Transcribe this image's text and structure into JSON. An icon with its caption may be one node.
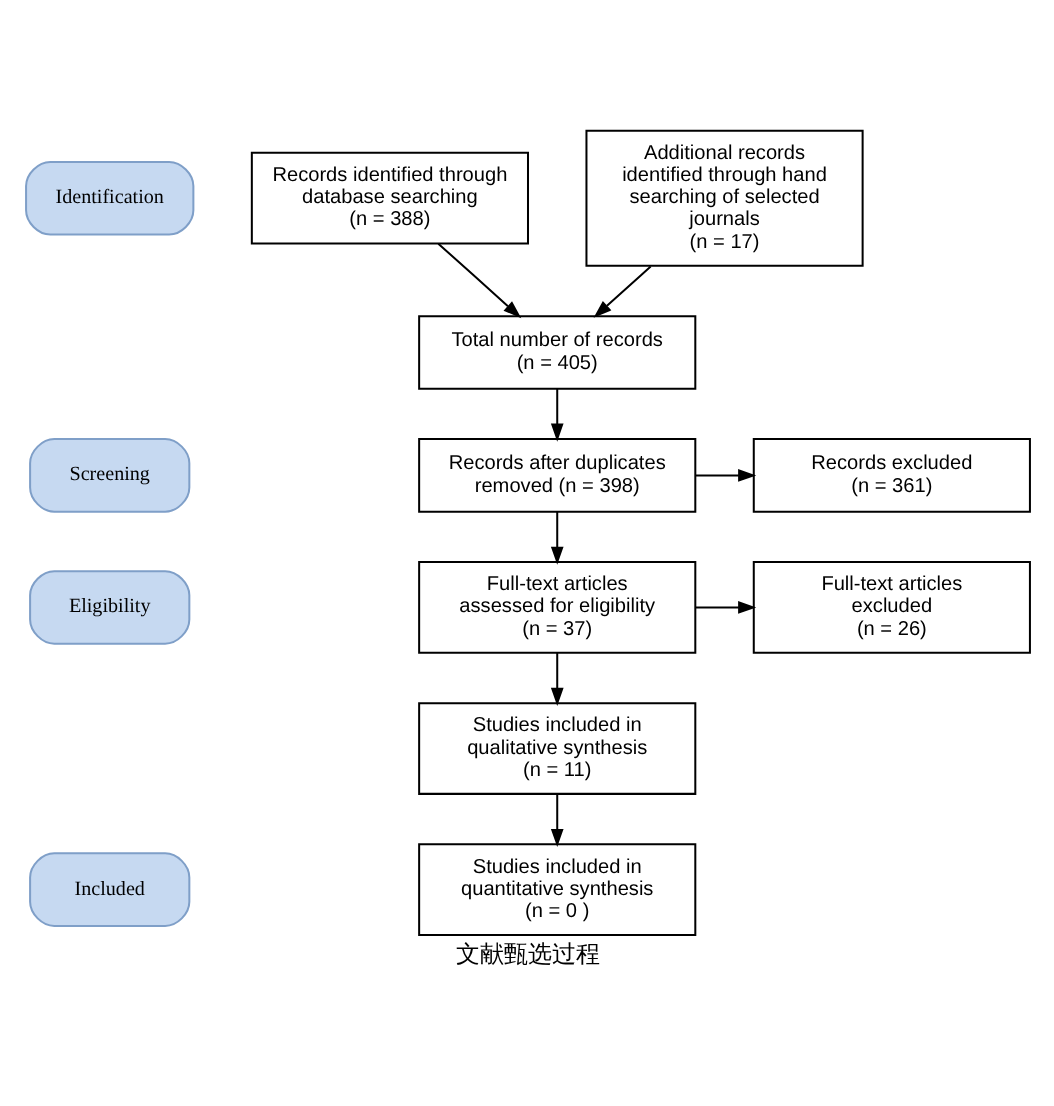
{
  "diagram": {
    "caption": "文献甄选过程",
    "nodes": [
      {
        "text": [
          "Identification"
        ]
      },
      {
        "text": [
          "Records identified through database searching",
          "(n = 388)"
        ]
      },
      {
        "text": [
          "Additional records identified through hand searching of selected journals",
          "(n = 17)"
        ]
      },
      {
        "text": [
          "Screening"
        ]
      },
      {
        "text": [
          "Total number of records",
          "(n = 405)"
        ]
      },
      {
        "text": [
          "Records after duplicates removed (n = 398)"
        ]
      },
      {
        "text": [
          "Records excluded",
          "(n = 361)"
        ]
      },
      {
        "text": [
          "Eligibility"
        ]
      },
      {
        "text": [
          "Full-text articles assessed for eligibility",
          "(n = 37)"
        ]
      },
      {
        "text": [
          "Full-text articles excluded",
          "(n = 26)"
        ]
      },
      {
        "text": [
          "Included"
        ]
      },
      {
        "text": [
          "Studies included in qualitative synthesis",
          "(n = 11)"
        ]
      },
      {
        "text": [
          "Studies included in quantitative synthesis",
          "(n = 0 )"
        ]
      }
    ],
    "edges": [
      {
        "from": 1,
        "to": 4,
        "arrow": "to"
      },
      {
        "from": 2,
        "to": 4,
        "arrow": "to"
      },
      {
        "from": 4,
        "to": 5,
        "arrow": "to"
      },
      {
        "from": 5,
        "to": 6,
        "arrow": "to"
      },
      {
        "from": 5,
        "to": 8,
        "arrow": "to"
      },
      {
        "from": 8,
        "to": 9,
        "arrow": "to"
      },
      {
        "from": 8,
        "to": 11,
        "arrow": "to"
      },
      {
        "from": 11,
        "to": 12,
        "arrow": "to"
      }
    ]
  }
}
